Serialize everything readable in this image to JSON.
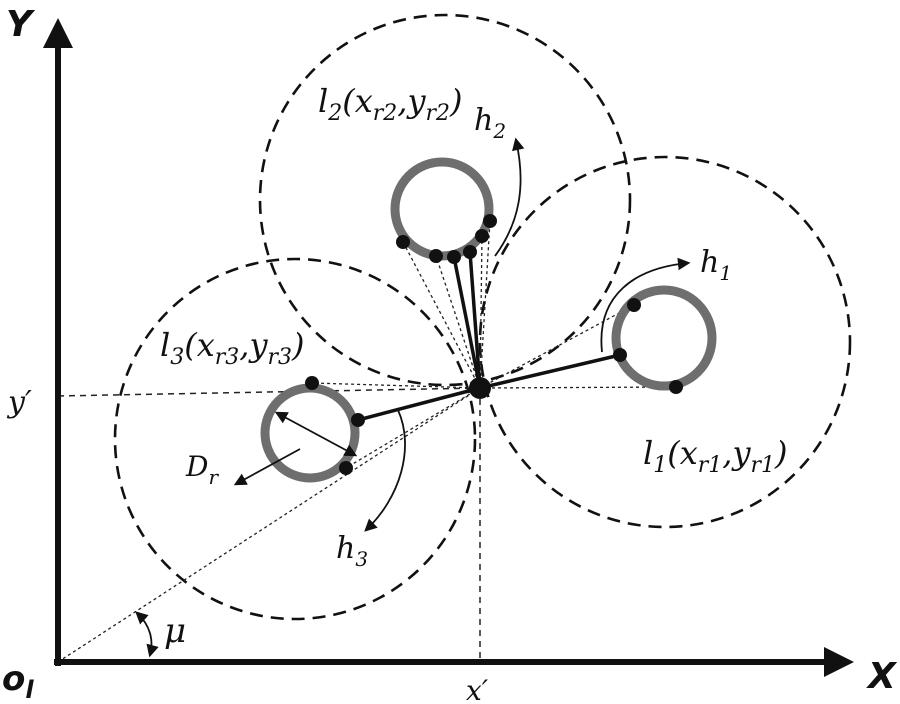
{
  "axes": {
    "x_label": "X",
    "y_label": "Y",
    "origin_main": "o",
    "origin_sub": "l",
    "x_tick": "x′",
    "y_tick": "y′"
  },
  "labels": {
    "l1": {
      "main": "l",
      "sub": "1",
      "open": "(x",
      "xsub": "r1",
      "comma": ",y",
      "ysub": "r1",
      "close": ")"
    },
    "l2": {
      "main": "l",
      "sub": "2",
      "open": "(x",
      "xsub": "r2",
      "comma": ",y",
      "ysub": "r2",
      "close": ")"
    },
    "l3": {
      "main": "l",
      "sub": "3",
      "open": "(x",
      "xsub": "r3",
      "comma": ",y",
      "ysub": "r3",
      "close": ")"
    },
    "h1": {
      "main": "h",
      "sub": "1"
    },
    "h2": {
      "main": "h",
      "sub": "2"
    },
    "h3": {
      "main": "h",
      "sub": "3"
    },
    "dr": {
      "main": "D",
      "sub": "r"
    },
    "mu": "μ"
  }
}
